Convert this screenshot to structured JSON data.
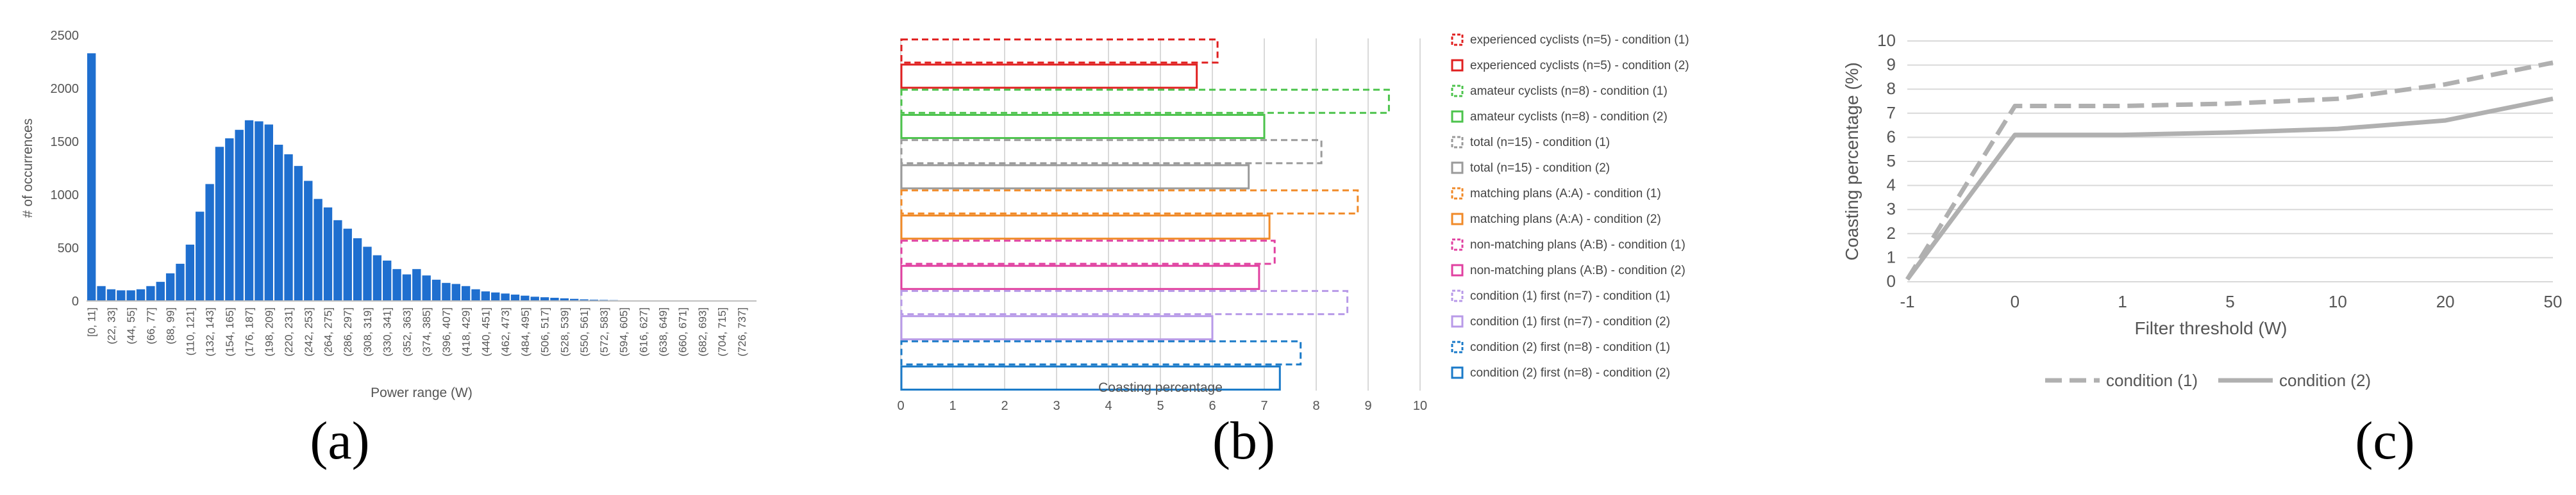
{
  "panel_labels": [
    "(a)",
    "(b)",
    "(c)"
  ],
  "chart_data": [
    {
      "type": "bar",
      "ylabel": "# of occurrences",
      "xlabel": "Power range (W)",
      "ylim": [
        0,
        2500
      ],
      "yticks": [
        0,
        500,
        1000,
        1500,
        2000,
        2500
      ],
      "grid": false,
      "color": "#1f6fcf",
      "tick_labels": [
        "[0, 11]",
        "(22, 33]",
        "(44, 55]",
        "(66, 77]",
        "(88, 99]",
        "(110, 121]",
        "(132, 143]",
        "(154, 165]",
        "(176, 187]",
        "(198, 209]",
        "(220, 231]",
        "(242, 253]",
        "(264, 275]",
        "(286, 297]",
        "(308, 319]",
        "(330, 341]",
        "(352, 363]",
        "(374, 385]",
        "(396, 407]",
        "(418, 429]",
        "(440, 451]",
        "(462, 473]",
        "(484, 495]",
        "(506, 517]",
        "(528, 539]",
        "(550, 561]",
        "(572, 583]",
        "(594, 605]",
        "(616, 627]",
        "(638, 649]",
        "(660, 671]",
        "(682, 693]",
        "(704, 715]",
        "(726, 737]"
      ],
      "values": [
        2330,
        140,
        110,
        100,
        100,
        110,
        140,
        180,
        260,
        350,
        530,
        840,
        1100,
        1450,
        1530,
        1610,
        1700,
        1690,
        1660,
        1470,
        1380,
        1270,
        1130,
        960,
        880,
        760,
        680,
        590,
        510,
        430,
        380,
        300,
        250,
        300,
        240,
        200,
        170,
        160,
        140,
        110,
        90,
        80,
        70,
        60,
        50,
        40,
        35,
        30,
        25,
        20,
        15,
        12,
        10,
        8,
        6,
        5,
        4,
        3,
        2,
        2,
        1,
        1,
        1,
        1,
        1,
        1,
        1,
        1
      ]
    },
    {
      "type": "bar",
      "orientation": "horizontal",
      "xlabel": "Coasting percentage",
      "xlim": [
        0,
        10
      ],
      "xticks": [
        0,
        1,
        2,
        3,
        4,
        5,
        6,
        7,
        8,
        9,
        10
      ],
      "grid": true,
      "legend_position": "right",
      "series": [
        {
          "name": "experienced cyclists (n=5) - condition (1)",
          "value": 6.1,
          "color": "#e02020",
          "dashed": true
        },
        {
          "name": "experienced cyclists (n=5) - condition (2)",
          "value": 5.7,
          "color": "#e02020",
          "dashed": false
        },
        {
          "name": "amateur cyclists (n=8) - condition (1)",
          "value": 9.4,
          "color": "#4cc34c",
          "dashed": true
        },
        {
          "name": "amateur cyclists (n=8) - condition (2)",
          "value": 7.0,
          "color": "#4cc34c",
          "dashed": false
        },
        {
          "name": "total (n=15) - condition (1)",
          "value": 8.1,
          "color": "#9a9a9a",
          "dashed": true
        },
        {
          "name": "total (n=15) - condition (2)",
          "value": 6.7,
          "color": "#9a9a9a",
          "dashed": false
        },
        {
          "name": "matching plans (A:A) - condition (1)",
          "value": 8.8,
          "color": "#f08a28",
          "dashed": true
        },
        {
          "name": "matching plans (A:A) - condition (2)",
          "value": 7.1,
          "color": "#f08a28",
          "dashed": false
        },
        {
          "name": "non-matching plans (A:B) - condition (1)",
          "value": 7.2,
          "color": "#e040a0",
          "dashed": true
        },
        {
          "name": "non-matching plans (A:B) - condition (2)",
          "value": 6.9,
          "color": "#e040a0",
          "dashed": false
        },
        {
          "name": "condition (1) first (n=7) - condition (1)",
          "value": 8.6,
          "color": "#b89ae8",
          "dashed": true
        },
        {
          "name": "condition (1) first (n=7) - condition (2)",
          "value": 6.0,
          "color": "#b89ae8",
          "dashed": false
        },
        {
          "name": "condition (2) first (n=8) - condition (1)",
          "value": 7.7,
          "color": "#1a7ac8",
          "dashed": true
        },
        {
          "name": "condition (2) first (n=8) - condition (2)",
          "value": 7.3,
          "color": "#1a7ac8",
          "dashed": false
        }
      ]
    },
    {
      "type": "line",
      "ylabel": "Coasting percentage (%)",
      "xlabel": "Filter threshold (W)",
      "categories": [
        "-1",
        "0",
        "1",
        "5",
        "10",
        "20",
        "50"
      ],
      "ylim": [
        0,
        10
      ],
      "yticks": [
        0,
        1,
        2,
        3,
        4,
        5,
        6,
        7,
        8,
        9,
        10
      ],
      "grid": true,
      "legend_position": "bottom",
      "series": [
        {
          "name": "condition (1)",
          "values": [
            0.1,
            7.3,
            7.3,
            7.4,
            7.6,
            8.2,
            9.1
          ],
          "color": "#b0b0b0",
          "dashed": true
        },
        {
          "name": "condition (2)",
          "values": [
            0.1,
            6.1,
            6.1,
            6.2,
            6.35,
            6.7,
            7.6
          ],
          "color": "#b0b0b0",
          "dashed": false
        }
      ]
    }
  ]
}
